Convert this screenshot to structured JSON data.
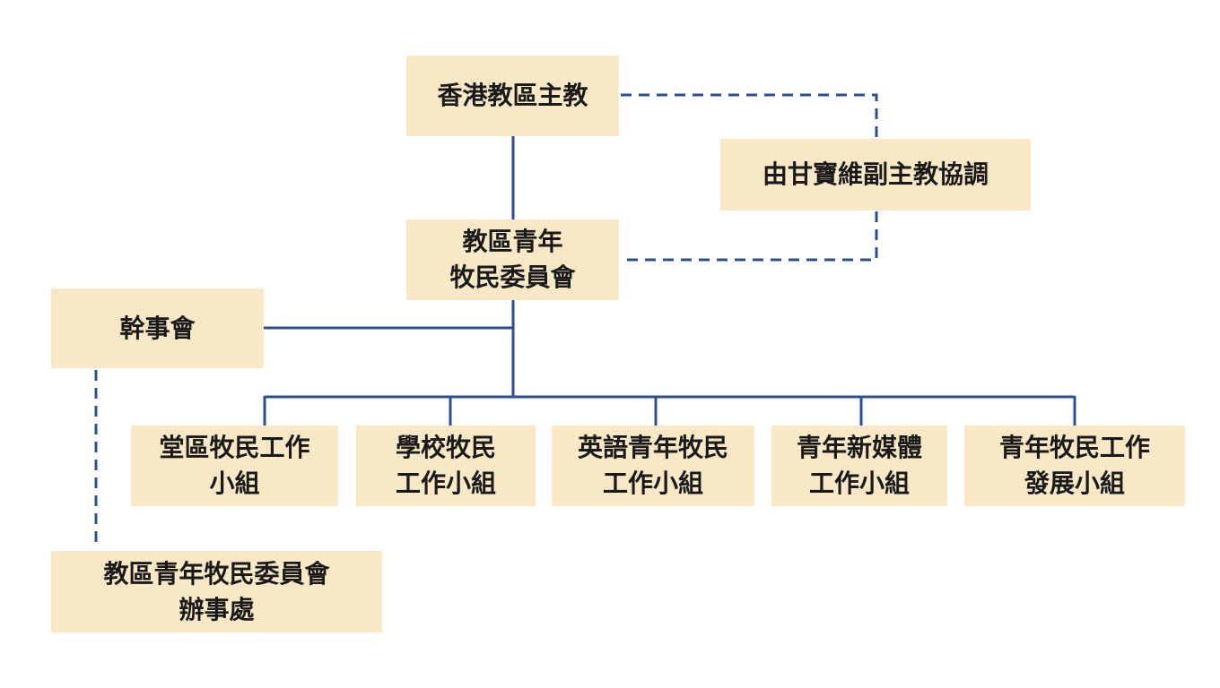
{
  "colors": {
    "box": "#f8e8c6",
    "line": "#2c4f8f",
    "text": "#1a1a1a"
  },
  "nodes": {
    "bishop": {
      "lines": [
        "香港教區主教"
      ]
    },
    "coordinator": {
      "lines": [
        "由甘寶維副主教協調"
      ]
    },
    "committee": {
      "lines": [
        "教區青年",
        "牧民委員會"
      ]
    },
    "executive": {
      "lines": [
        "幹事會"
      ]
    },
    "office": {
      "lines": [
        "教區青年牧民委員會",
        "辦事處"
      ]
    },
    "groups": [
      {
        "lines": [
          "堂區牧民工作",
          "小組"
        ]
      },
      {
        "lines": [
          "學校牧民",
          "工作小組"
        ]
      },
      {
        "lines": [
          "英語青年牧民",
          "工作小組"
        ]
      },
      {
        "lines": [
          "青年新媒體",
          "工作小組"
        ]
      },
      {
        "lines": [
          "青年牧民工作",
          "發展小組"
        ]
      }
    ]
  }
}
